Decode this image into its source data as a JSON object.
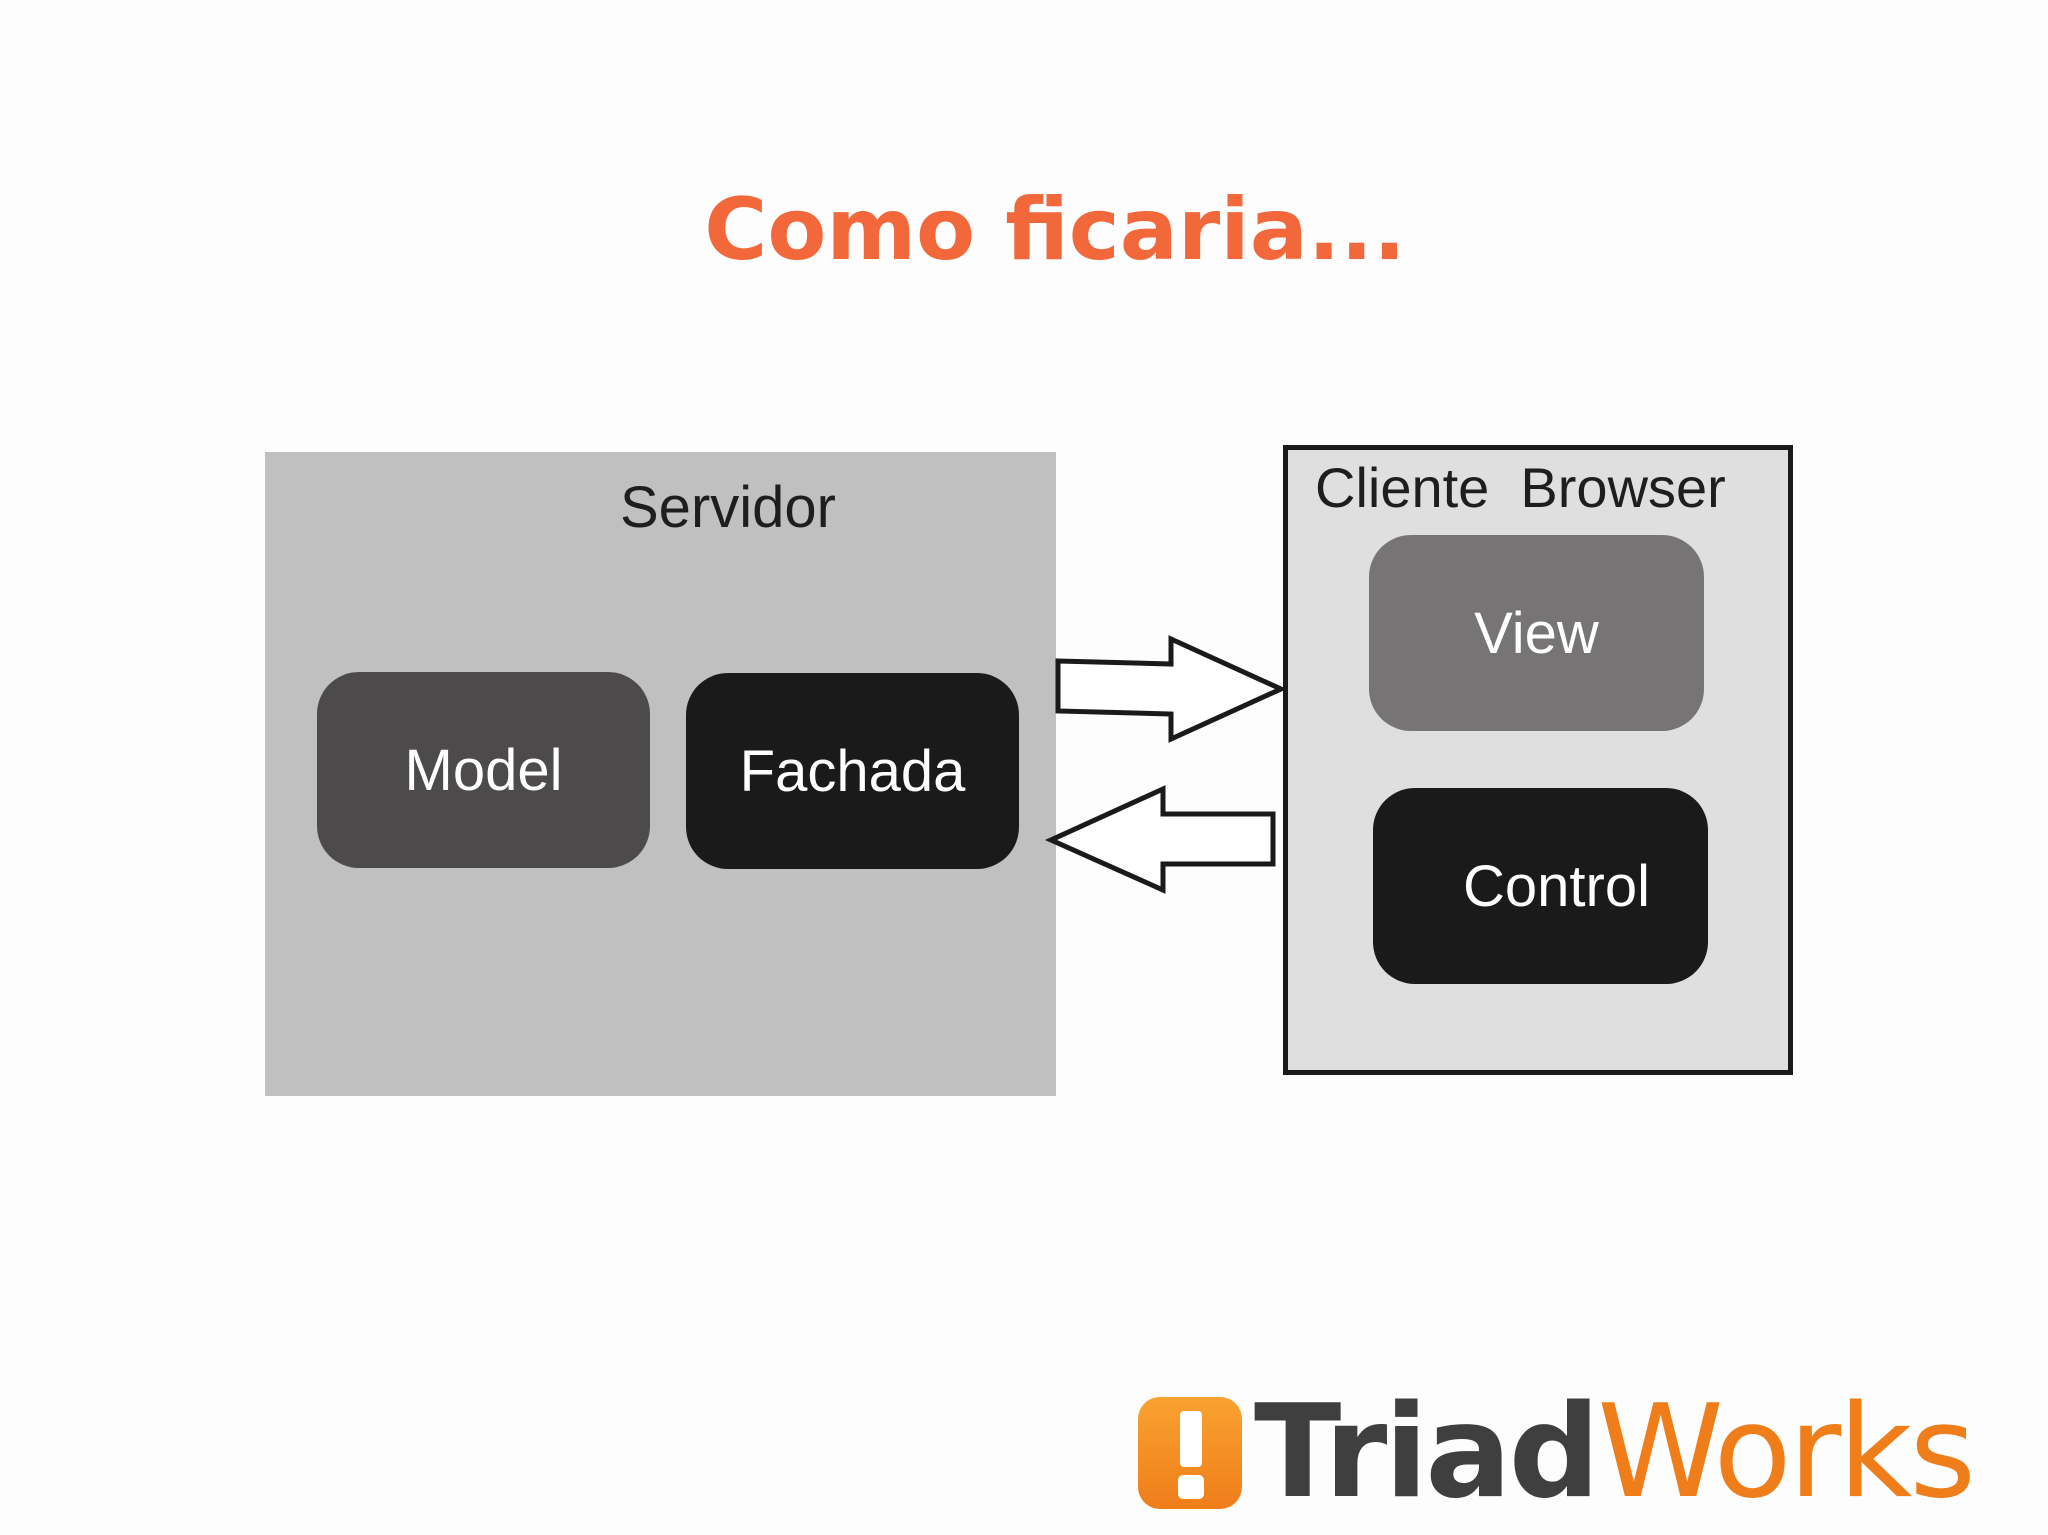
{
  "title": "Como ficaria...",
  "server": {
    "label": "Servidor",
    "model": "Model",
    "facade": "Fachada"
  },
  "client": {
    "label": "Cliente  Browser",
    "view": "View",
    "control": "Control"
  },
  "logo": {
    "part1": "Triad",
    "part2": "Works"
  },
  "colors": {
    "title": "#f2683a",
    "server_bg": "#c1c0c1",
    "client_bg": "#dfdfdf",
    "model": "#4d4a4c",
    "facade": "#1a1a1a",
    "view": "#767475",
    "control": "#1a1a1a",
    "brand_orange": "#ef7d1a",
    "brand_gray": "#3f3f3f"
  }
}
